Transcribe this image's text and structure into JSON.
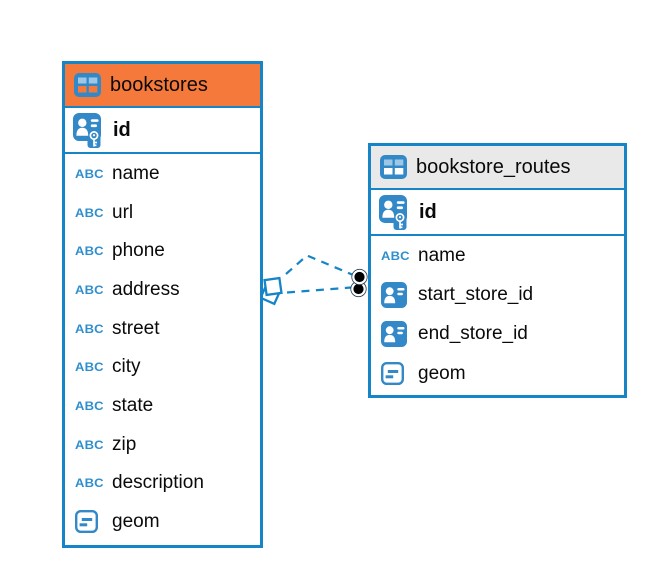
{
  "diagram": {
    "type": "entity-relationship",
    "tables": [
      {
        "name": "bookstores",
        "header_style": "orange",
        "primary_key": {
          "label": "id",
          "icon": "person-key-icon"
        },
        "columns": [
          {
            "label": "name",
            "icon": "abc-icon"
          },
          {
            "label": "url",
            "icon": "abc-icon"
          },
          {
            "label": "phone",
            "icon": "abc-icon"
          },
          {
            "label": "address",
            "icon": "abc-icon"
          },
          {
            "label": "street",
            "icon": "abc-icon"
          },
          {
            "label": "city",
            "icon": "abc-icon"
          },
          {
            "label": "state",
            "icon": "abc-icon"
          },
          {
            "label": "zip",
            "icon": "abc-icon"
          },
          {
            "label": "description",
            "icon": "abc-icon"
          },
          {
            "label": "geom",
            "icon": "blob-icon"
          }
        ]
      },
      {
        "name": "bookstore_routes",
        "header_style": "gray",
        "primary_key": {
          "label": "id",
          "icon": "person-key-icon"
        },
        "columns": [
          {
            "label": "name",
            "icon": "abc-icon"
          },
          {
            "label": "start_store_id",
            "icon": "person-icon"
          },
          {
            "label": "end_store_id",
            "icon": "person-icon"
          },
          {
            "label": "geom",
            "icon": "blob-icon"
          }
        ]
      }
    ],
    "relationship": {
      "style": "dashed",
      "line_count": 2,
      "between": [
        "bookstores",
        "bookstore_routes"
      ]
    }
  },
  "icons": {
    "abc_glyph": "ABC"
  },
  "colors": {
    "table_border_blue": "#1585C7",
    "icon_blue": "#3389C8",
    "icon_cell_light_blue": "#9EC7E5",
    "orange_header": "#F5793B",
    "gray_header": "#E9E9E9",
    "connector_blue": "#1585C7",
    "endpoint_dot": "#000000",
    "text": "#0a0a0a"
  }
}
